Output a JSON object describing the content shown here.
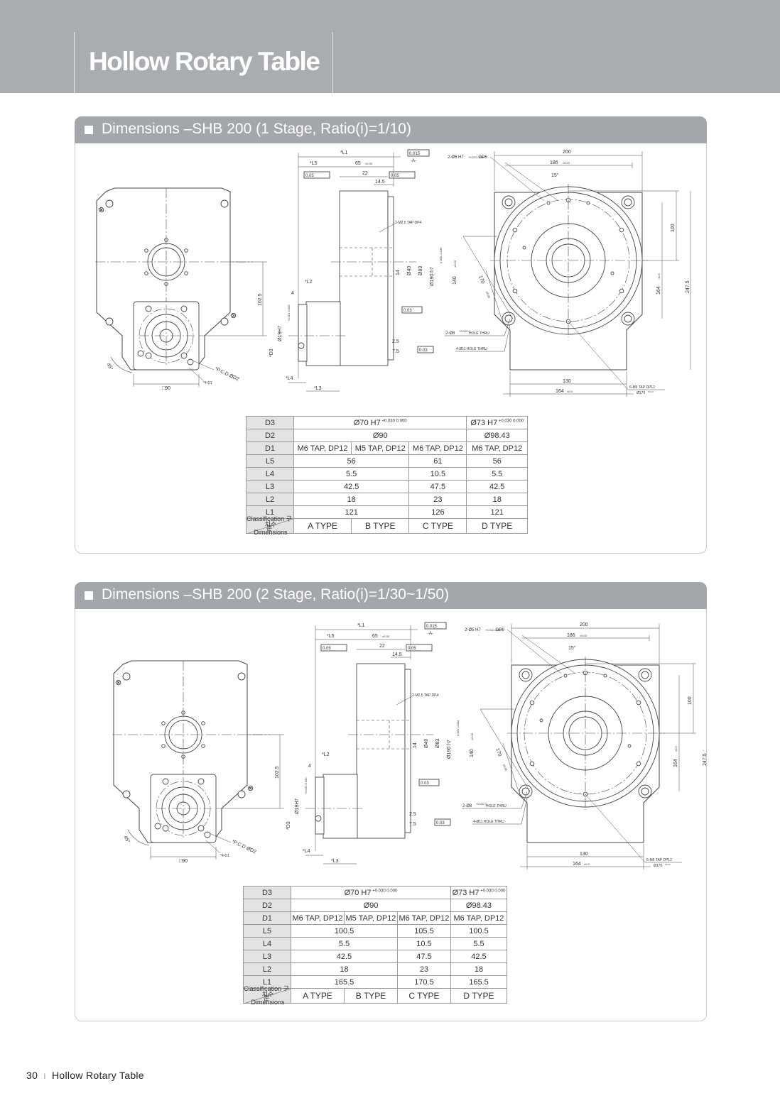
{
  "header": {
    "title": "Hollow Rotary Table"
  },
  "sections": [
    {
      "heading": "Dimensions –SHB 200 (1 Stage, Ratio(i)=1/10)",
      "drawing_labels": {
        "l1": "*L1",
        "l5": "*L5",
        "d65": "65",
        "d65_tol": "±0.30",
        "flat": "0.015",
        "datumA": "-A-",
        "par1": "0.05",
        "par1A": "A",
        "d22": "22",
        "par2": "0.05",
        "par2A": "A",
        "d14_5": "14.5",
        "tap": "2-M2.5 TAP DP4",
        "d14": "14",
        "d40": "Ø40",
        "d83": "Ø83",
        "d190": "Ø190 h7",
        "d190_tol": "0.000 -0.046",
        "d140": "140",
        "d140_tol": "±0.03",
        "d170": "170",
        "d170_tol": "±0.05",
        "run1": "0.03",
        "d2_5": "2.5",
        "d7_5": "7.5",
        "run2": "0.03",
        "l2": "*L2",
        "d4": "4",
        "d102_5": "102.5",
        "d19": "Ø19H7",
        "d19_tol": "+0.021 0.000",
        "d3": "*D3",
        "l4": "*L4",
        "l3": "*L3",
        "pcd": "*P.C.D ØD2",
        "d1": "*4-D1",
        "o90": "□90",
        "a45": "45°",
        "w200": "200",
        "w186": "186",
        "w186_tol": "±0.03",
        "pin": "2-Ø5 H7",
        "pin_tol": "+0.012 0.000",
        "pin_dp": "DP6",
        "a15": "15°",
        "h100": "100",
        "h247_5": "247.5",
        "h164": "164",
        "h164_tol": "±0.5",
        "hole8": "2-Ø8",
        "hole8_tol": "+0.022 0",
        "hole8_txt": "HOLE THRU",
        "hole11": "4-Ø11 HOLE THRU",
        "w130": "130",
        "w164": "164",
        "w164_tol": "±0.5",
        "m6": "6-M6 TAP DP12",
        "d170b": "Ø170",
        "d170b_tol": "±0.10"
      },
      "table": {
        "rows": [
          {
            "label": "D3",
            "cells": [
              {
                "text": "Ø70 H7",
                "tol": "+0.030 0.000",
                "span": 3
              },
              {
                "text": "Ø73 H7",
                "tol": "+0.030 0.000"
              }
            ]
          },
          {
            "label": "D2",
            "cells": [
              {
                "text": "Ø90",
                "span": 3
              },
              {
                "text": "Ø98.43"
              }
            ]
          },
          {
            "label": "D1",
            "cells": [
              {
                "text": "M6 TAP, DP12"
              },
              {
                "text": "M5 TAP, DP12"
              },
              {
                "text": "M6 TAP, DP12"
              },
              {
                "text": "M6 TAP, DP12"
              }
            ]
          },
          {
            "label": "L5",
            "cells": [
              {
                "text": "56",
                "span": 2
              },
              {
                "text": "61"
              },
              {
                "text": "56"
              }
            ]
          },
          {
            "label": "L4",
            "cells": [
              {
                "text": "5.5",
                "span": 2
              },
              {
                "text": "10.5"
              },
              {
                "text": "5.5"
              }
            ]
          },
          {
            "label": "L3",
            "cells": [
              {
                "text": "42.5",
                "span": 2
              },
              {
                "text": "47.5"
              },
              {
                "text": "42.5"
              }
            ]
          },
          {
            "label": "L2",
            "cells": [
              {
                "text": "18",
                "span": 2
              },
              {
                "text": "23"
              },
              {
                "text": "18"
              }
            ]
          },
          {
            "label": "L1",
            "cells": [
              {
                "text": "121",
                "span": 2
              },
              {
                "text": "126"
              },
              {
                "text": "121"
              }
            ]
          }
        ],
        "corner_top": "치수 Dimensions",
        "corner_bottom": "Classification 구분",
        "types": [
          "A TYPE",
          "B TYPE",
          "C TYPE",
          "D TYPE"
        ]
      }
    },
    {
      "heading": "Dimensions –SHB 200 (2 Stage, Ratio(i)=1/30~1/50)",
      "drawing_labels": {
        "l1": "*L1",
        "l5": "*L5",
        "d65": "65",
        "d65_tol": "±0.30",
        "flat": "0.015",
        "datumA": "-A-",
        "par1": "0.05",
        "par1A": "A",
        "d22": "22",
        "par2": "0.05",
        "par2A": "A",
        "d14_5": "14.5",
        "tap": "2-M2.5 TAP DP4",
        "d14": "14",
        "d40": "Ø40",
        "d83": "Ø83",
        "d190": "Ø190 h7",
        "d190_tol": "0.000 -0.046",
        "d140": "140",
        "d140_tol": "±0.03",
        "d170": "170",
        "d170_tol": "±0.05",
        "run1": "0.03",
        "d2_5": "2.5",
        "d7_5": "7.5",
        "run2": "0.03",
        "l2": "*L2",
        "d4": "4",
        "d102_5": "102.5",
        "d19": "Ø19H7",
        "d19_tol": "+0.021 0.000",
        "d3": "*D3",
        "l4": "*L4",
        "l3": "*L3",
        "pcd": "*P.C.D ØD2",
        "d1": "*4-D1",
        "o90": "□90",
        "a45": "45°",
        "w200": "200",
        "w186": "186",
        "w186_tol": "±0.03",
        "pin": "2-Ø5 H7",
        "pin_tol": "+0.012 0.000",
        "pin_dp": "DP6",
        "a15": "15°",
        "h100": "100",
        "h247_5": "247.5",
        "h164": "164",
        "h164_tol": "±0.5",
        "hole8": "2-Ø8",
        "hole8_tol": "+0.022 0",
        "hole8_txt": "HOLE THRU",
        "hole11": "4-Ø11 HOLE THRU",
        "w130": "130",
        "w164": "164",
        "w164_tol": "±0.5",
        "m6": "6-M6 TAP DP12",
        "d170b": "Ø170",
        "d170b_tol": "±0.10"
      },
      "table": {
        "rows": [
          {
            "label": "D3",
            "cells": [
              {
                "text": "Ø70 H7",
                "tol": "+0.030 0.000",
                "span": 3
              },
              {
                "text": "Ø73 H7",
                "tol": "+0.030 0.000"
              }
            ]
          },
          {
            "label": "D2",
            "cells": [
              {
                "text": "Ø90",
                "span": 3
              },
              {
                "text": "Ø98.43"
              }
            ]
          },
          {
            "label": "D1",
            "cells": [
              {
                "text": "M6 TAP, DP12"
              },
              {
                "text": "M5 TAP, DP12"
              },
              {
                "text": "M6 TAP, DP12"
              },
              {
                "text": "M6 TAP, DP12"
              }
            ]
          },
          {
            "label": "L5",
            "cells": [
              {
                "text": "100.5",
                "span": 2
              },
              {
                "text": "105.5"
              },
              {
                "text": "100.5"
              }
            ]
          },
          {
            "label": "L4",
            "cells": [
              {
                "text": "5.5",
                "span": 2
              },
              {
                "text": "10.5"
              },
              {
                "text": "5.5"
              }
            ]
          },
          {
            "label": "L3",
            "cells": [
              {
                "text": "42.5",
                "span": 2
              },
              {
                "text": "47.5"
              },
              {
                "text": "42.5"
              }
            ]
          },
          {
            "label": "L2",
            "cells": [
              {
                "text": "18",
                "span": 2
              },
              {
                "text": "23"
              },
              {
                "text": "18"
              }
            ]
          },
          {
            "label": "L1",
            "cells": [
              {
                "text": "165.5",
                "span": 2
              },
              {
                "text": "170.5"
              },
              {
                "text": "165.5"
              }
            ]
          }
        ],
        "corner_top": "치수 Dimensions",
        "corner_bottom": "Classification 구분",
        "types": [
          "A TYPE",
          "B TYPE",
          "C TYPE",
          "D TYPE"
        ]
      }
    }
  ],
  "footer": {
    "page": "30",
    "sep": "I",
    "title": "Hollow Rotary Table"
  }
}
